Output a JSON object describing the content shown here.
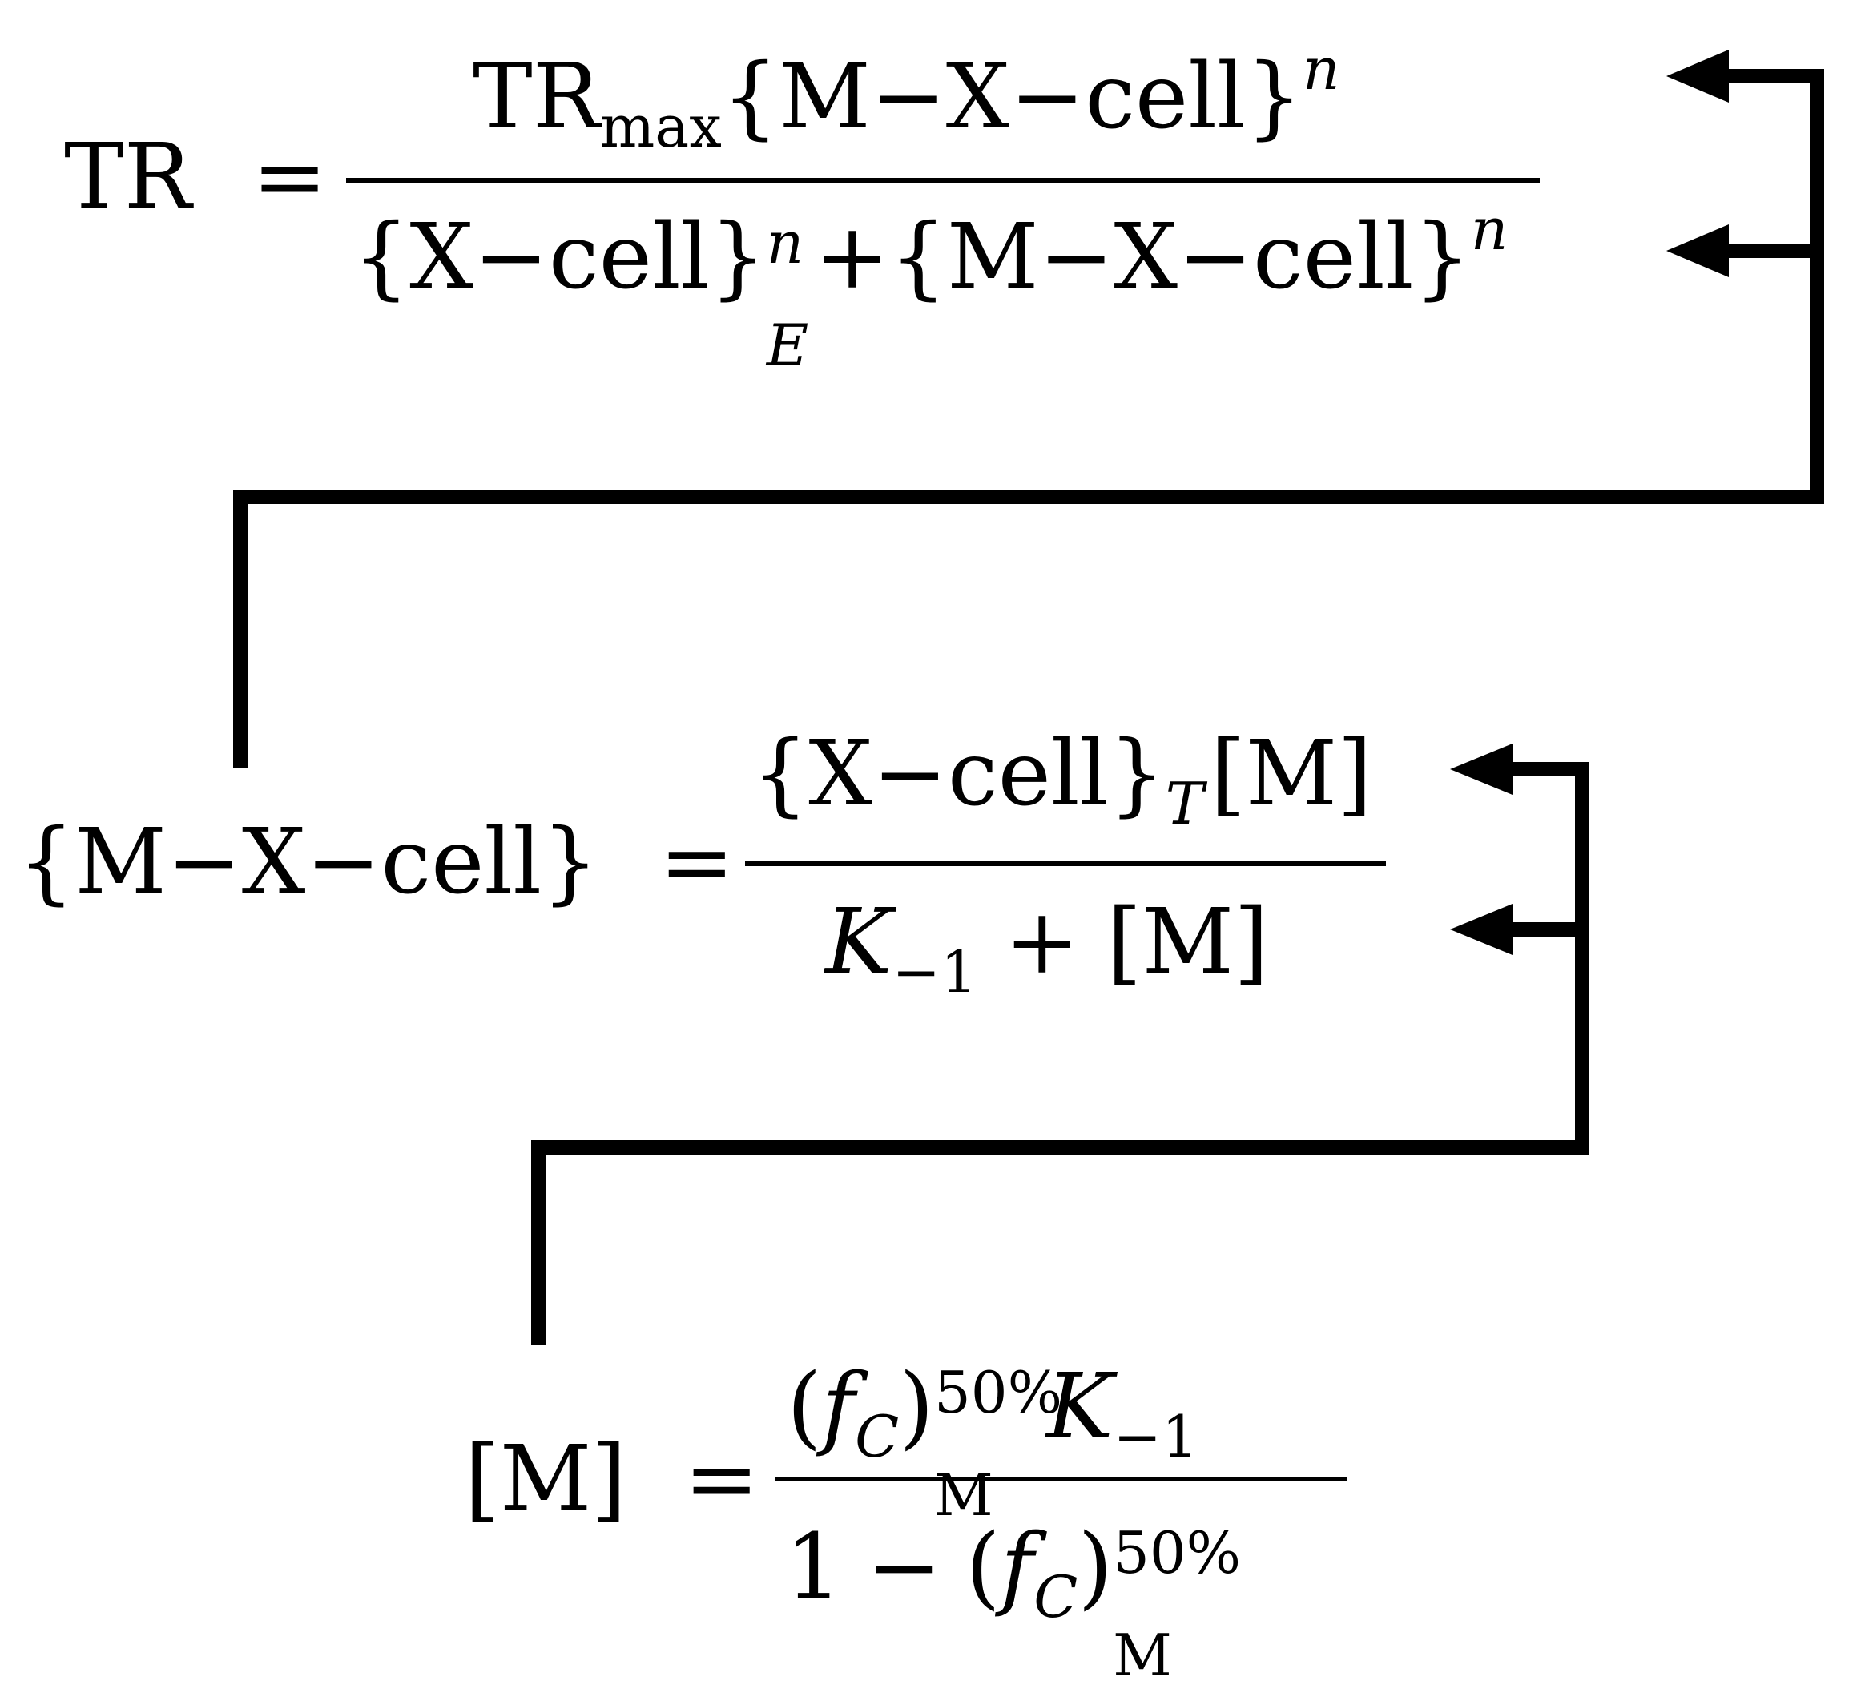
{
  "colors": {
    "ink": "#000000",
    "background": "#ffffff"
  },
  "equations": {
    "tr": {
      "lhs": "TR",
      "equals": "=",
      "numerator": {
        "base": "TR",
        "sub": "max",
        "body": "{M−X−cell}",
        "exp": "n"
      },
      "denominator": {
        "term1": "{X−cell}",
        "term1_sup": "n",
        "term1_sub": "E",
        "plus": "+",
        "term2": "{M−X−cell}",
        "term2_exp": "n"
      }
    },
    "mx_cell": {
      "lhs": "{M−X−cell}",
      "equals": "=",
      "numerator": {
        "body": "{X−cell}",
        "sub": "T",
        "tail": "[M]"
      },
      "denominator": {
        "k": "K",
        "k_sub": "−1",
        "plus": "+",
        "tail": "[M]"
      }
    },
    "m": {
      "lhs": "[M]",
      "equals": "=",
      "numerator": {
        "open": "(",
        "f": "f",
        "f_sub": "C",
        "close": ")",
        "sup": "50%",
        "sub": "M",
        "k": "K",
        "k_sub": "−1"
      },
      "denominator": {
        "one": "1",
        "minus": "−",
        "open": "(",
        "f": "f",
        "f_sub": "C",
        "close": ")",
        "sup": "50%",
        "sub": "M"
      }
    }
  },
  "connectors": [
    {
      "from": "m",
      "to": "mx_cell",
      "targets": [
        "numerator",
        "denominator"
      ]
    },
    {
      "from": "mx_cell",
      "to": "tr",
      "targets": [
        "numerator",
        "denominator"
      ]
    }
  ]
}
